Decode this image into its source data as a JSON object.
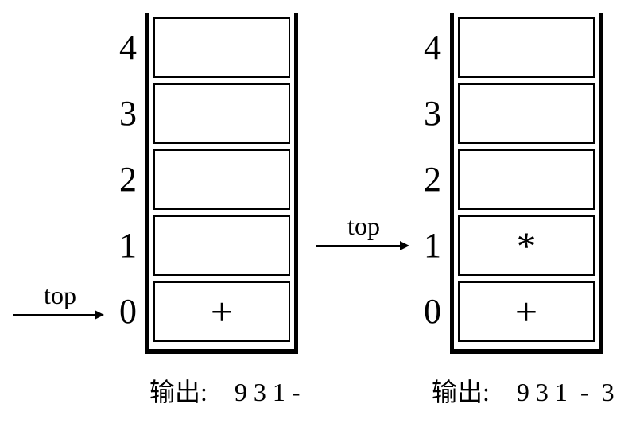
{
  "figure": {
    "background": "#ffffff",
    "ink": "#000000",
    "description": "two stack states with top pointers and output lines"
  },
  "stacks": [
    {
      "side": "left",
      "index_labels": [
        "4",
        "3",
        "2",
        "1",
        "0"
      ],
      "cells": [
        "",
        "",
        "",
        "",
        "+"
      ],
      "pointer": {
        "label": "top",
        "target_index": "0"
      },
      "output": {
        "prefix": "输出:",
        "value": "9 3 1 -"
      }
    },
    {
      "side": "right",
      "index_labels": [
        "4",
        "3",
        "2",
        "1",
        "0"
      ],
      "cells": [
        "",
        "",
        "",
        "*",
        "+"
      ],
      "pointer": {
        "label": "top",
        "target_index": "1"
      },
      "output": {
        "prefix": "输出:",
        "value": "9 3 1  -  3"
      }
    }
  ]
}
